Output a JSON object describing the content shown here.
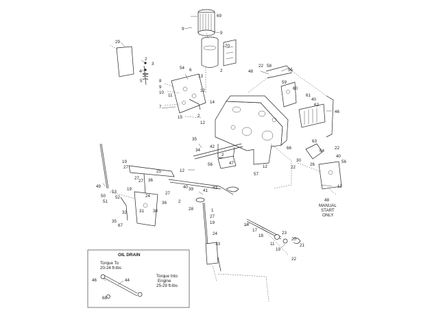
{
  "callouts": {
    "c69": "69",
    "c9a": "9",
    "c9b": "9",
    "c70": "70",
    "c2top": "2",
    "c29": "29",
    "c2a": "2",
    "c3": "3",
    "c4": "4",
    "c5": "5",
    "c54": "54",
    "c6": "6",
    "c13": "13",
    "c8": "8",
    "c9c": "9",
    "c10": "10",
    "c11": "11",
    "c12a": "12",
    "c7": "7",
    "c14": "14",
    "c2b": "2",
    "c15": "15",
    "c12b": "12",
    "c48a": "48",
    "c22a": "22",
    "c58": "58",
    "c55": "55",
    "c59": "59",
    "c60": "60",
    "c61": "61",
    "c40a": "40",
    "c62": "62",
    "c46": "46",
    "c35": "35",
    "c42": "42",
    "c34": "34",
    "c2c": "2",
    "c47": "47",
    "c56a": "56",
    "c12c": "12",
    "c57": "57",
    "c12d": "12",
    "c66": "66",
    "c30": "30",
    "c22b": "22",
    "c63": "63",
    "c64": "64",
    "c22c": "22",
    "c26": "26",
    "c40b": "40",
    "c56b": "56",
    "c12e": "12",
    "c48b": "48",
    "c19a": "19",
    "c27a": "27",
    "c25": "25",
    "c49": "49",
    "c36a": "36",
    "c27b": "27",
    "c27c": "27",
    "c53": "53",
    "c50": "50",
    "c52": "52",
    "c51": "51",
    "c19b": "19",
    "c24a": "24",
    "c27d": "27",
    "c40c": "40",
    "c39": "39",
    "c41": "41",
    "c43": "43",
    "c36b": "36",
    "c2d": "2",
    "c32": "32",
    "c31": "31",
    "c38": "38",
    "c35b": "35",
    "c67": "67",
    "c28": "28",
    "c1": "1",
    "c27e": "27",
    "c19c": "19",
    "c24b": "24",
    "c33": "33",
    "c16": "16",
    "c17": "17",
    "c18": "18",
    "c23": "23",
    "c20": "20",
    "c11b": "11",
    "c19d": "19",
    "c21": "21",
    "c22d": "22",
    "c46b": "46",
    "c44": "44",
    "c68": "68"
  },
  "manual_start": [
    "MANUAL",
    "START",
    "ONLY"
  ],
  "oil_drain": {
    "title": "OIL DRAIN",
    "torque_to_lines": [
      "Torque To",
      "20-24 ft-lbs"
    ],
    "torque_engine_lines": [
      "Torque Into",
      "Engine",
      "25-29 ft-lbs"
    ]
  }
}
